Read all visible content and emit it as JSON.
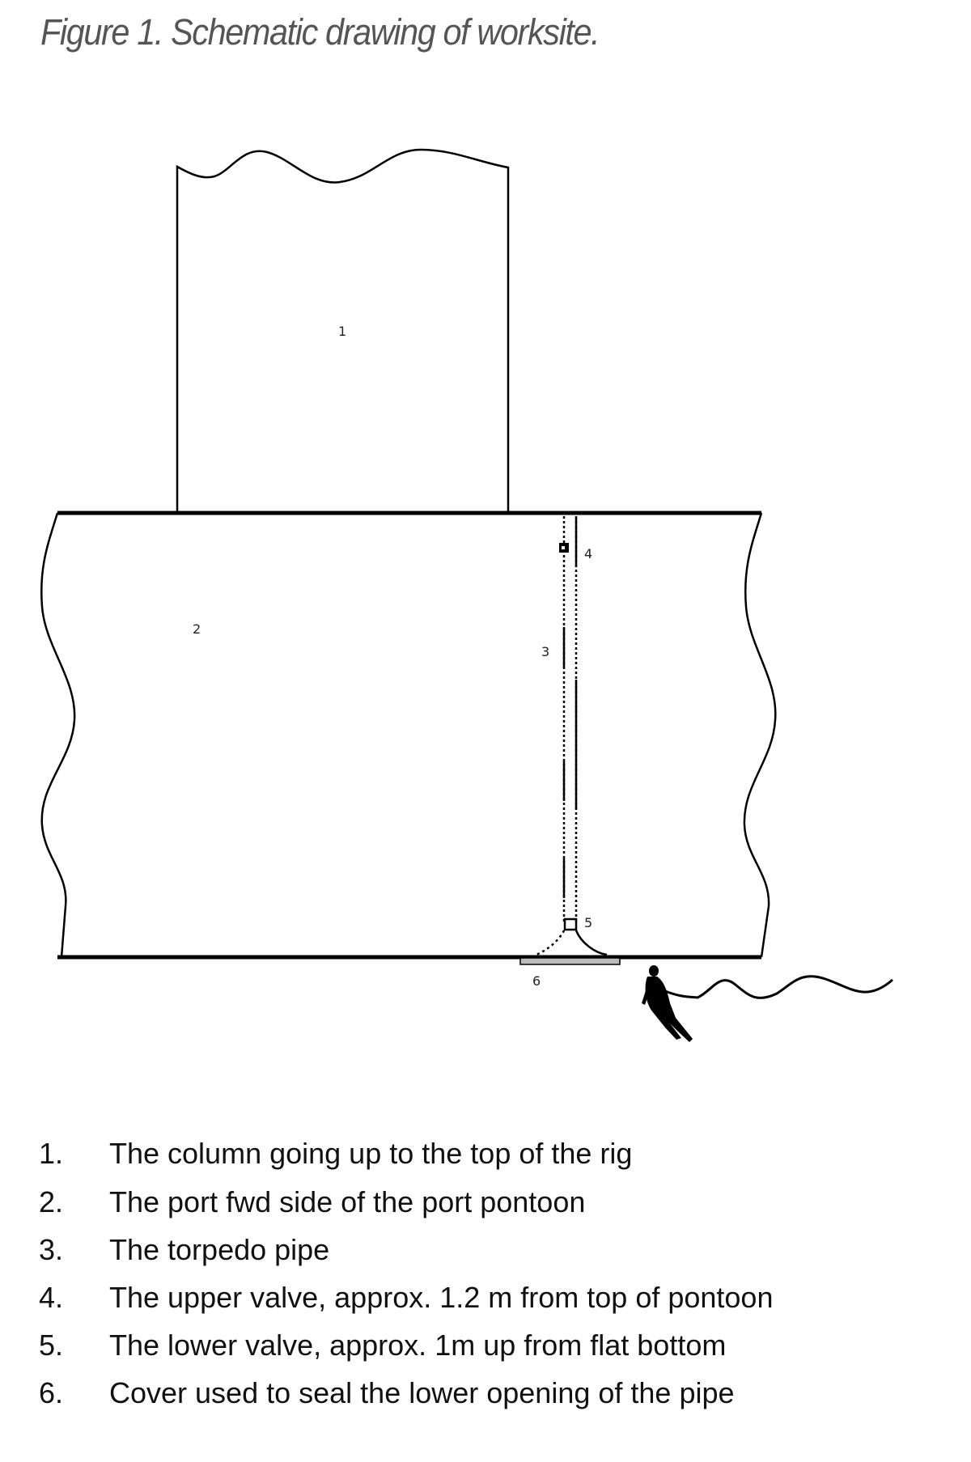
{
  "figure": {
    "title": "Figure 1. Schematic drawing of worksite.",
    "labels": {
      "column": "1",
      "pontoon": "2",
      "pipe": "3",
      "upper_valve": "4",
      "lower_valve": "5",
      "cover": "6"
    }
  },
  "legend": [
    {
      "num": "1.",
      "text": "The column going up to the top of the rig"
    },
    {
      "num": "2.",
      "text": "The port fwd side of the port pontoon"
    },
    {
      "num": "3.",
      "text": "The torpedo pipe"
    },
    {
      "num": "4.",
      "text": "The upper valve, approx. 1.2 m from top of pontoon"
    },
    {
      "num": "5.",
      "text": "The lower valve, approx. 1m up from flat bottom"
    },
    {
      "num": "6.",
      "text": "Cover used to seal the lower opening of the pipe"
    }
  ],
  "colors": {
    "title": "#555555",
    "cover": "#bbbbbb"
  }
}
